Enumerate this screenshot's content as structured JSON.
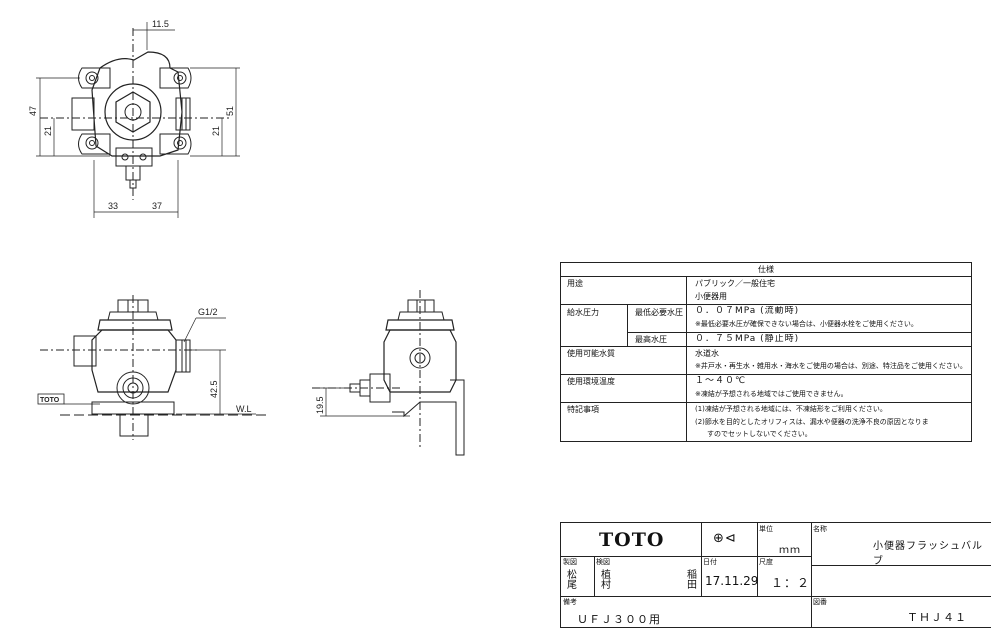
{
  "dimensions": {
    "top_width_offset": "11.5",
    "height_47": "47",
    "height_51": "51",
    "left_21": "21",
    "right_21": "21",
    "width_33": "33",
    "width_37": "37",
    "pipe_thread": "G1/2",
    "height_42_5": "42.5",
    "water_level": "W.L",
    "side_19_5": "19.5",
    "logo_small": "TOTO"
  },
  "spec_table": {
    "title": "仕様",
    "rows": {
      "use_label": "用途",
      "use_value_1": "パブリック／一般住宅",
      "use_value_2": "小便器用",
      "pressure_label": "給水圧力",
      "min_pressure_label": "最低必要水圧",
      "min_pressure_value": "０．０７MPa (流動時)",
      "min_pressure_note": "※最低必要水圧が確保できない場合は、小便器水栓をご使用ください。",
      "max_pressure_label": "最高水圧",
      "max_pressure_value": "０．７５MPa (静止時)",
      "water_label": "使用可能水質",
      "water_value": "水道水",
      "water_note": "※井戸水・再生水・雑用水・海水をご使用の場合は、別途、特注品をご使用ください。",
      "temp_label": "使用環境温度",
      "temp_value": "１～４０℃",
      "temp_note": "※凍結が予想される地域ではご使用できません。",
      "special_label": "特記事項",
      "special_1": "(1)凍結が予想される地域には、不凍結形をご利用ください。",
      "special_2": "(2)節水を目的としたオリフィスは、漏水や便器の洗浄不良の原因となりま",
      "special_3": "すのでセットしないでください。"
    }
  },
  "title_block": {
    "company": "TOTO",
    "projection_symbol": "⊕⊲",
    "unit_label": "単位",
    "unit_value": "ｍｍ",
    "name_label": "名称",
    "name_value": "小便器フラッシュバルブ",
    "drawn_label": "製図",
    "checked_label": "検図",
    "date_label": "日付",
    "date_value": "17.11.29",
    "scale_label": "尺度",
    "scale_value": "１：２",
    "drawn_by": "松尾",
    "checked_by": "植村",
    "approved_by": "稲田",
    "remarks_label": "備考",
    "remarks_value": "ＵＦＪ３００用",
    "drawing_no_label": "図番",
    "drawing_no_value": "ＴＨＪ４１"
  }
}
